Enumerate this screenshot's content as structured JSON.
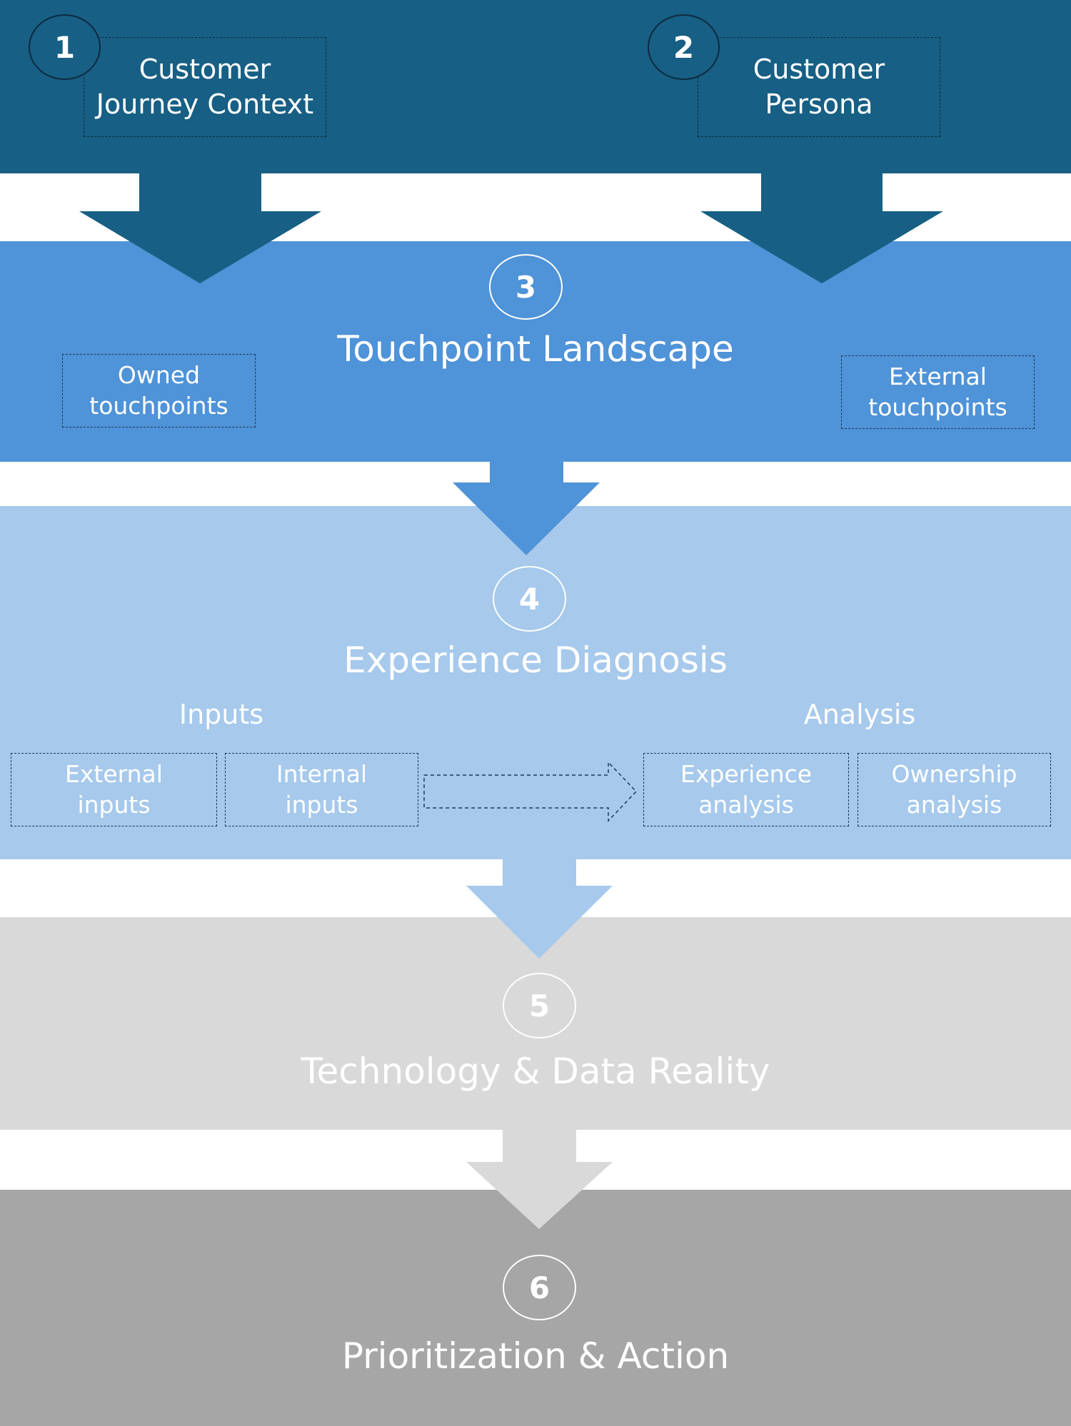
{
  "colors": {
    "navy": "#175f84",
    "blue": "#4f93d8",
    "light_blue": "#a6c9ec",
    "light_gray": "#d9d9d9",
    "gray": "#a6a6a6",
    "white": "#ffffff",
    "outline_dark": "#0e2a40"
  },
  "step1": {
    "number": "1",
    "label": "Customer\nJourney Context"
  },
  "step2": {
    "number": "2",
    "label": "Customer\nPersona"
  },
  "step3": {
    "number": "3",
    "title": "Touchpoint Landscape",
    "owned": "Owned\ntouchpoints",
    "external": "External\ntouchpoints"
  },
  "step4": {
    "number": "4",
    "title": "Experience Diagnosis",
    "inputs_heading": "Inputs",
    "analysis_heading": "Analysis",
    "external_inputs": "External\ninputs",
    "internal_inputs": "Internal\ninputs",
    "experience_analysis": "Experience\nanalysis",
    "ownership_analysis": "Ownership\nanalysis"
  },
  "step5": {
    "number": "5",
    "title": "Technology & Data Reality"
  },
  "step6": {
    "number": "6",
    "title": "Prioritization & Action"
  }
}
